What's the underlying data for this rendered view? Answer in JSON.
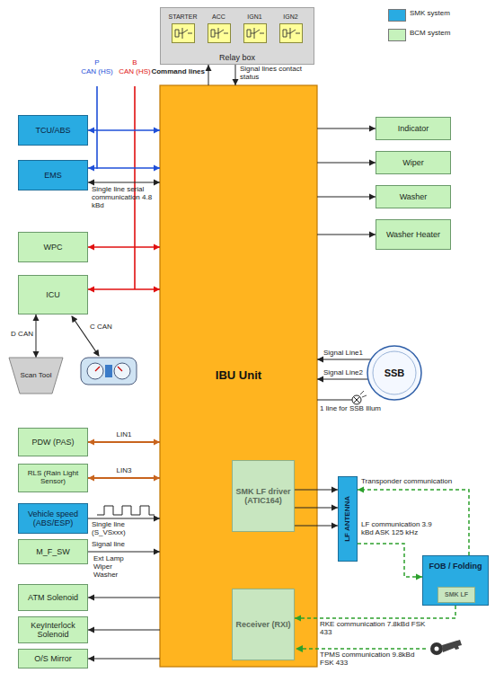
{
  "diagram": {
    "nodes": [
      {
        "text": [
          "Relay box"
        ]
      },
      {
        "text": [
          "STARTER"
        ],
        "in": 0
      },
      {
        "text": [
          "ACC"
        ],
        "in": 0
      },
      {
        "text": [
          "IGN1"
        ],
        "in": 0
      },
      {
        "text": [
          "IGN2"
        ],
        "in": 0
      },
      {
        "text": [
          "TCU/ABS"
        ]
      },
      {
        "text": [
          "EMS"
        ]
      },
      {
        "text": [
          "WPC"
        ]
      },
      {
        "text": [
          "ICU"
        ]
      },
      {
        "text": [
          "Scan Tool"
        ]
      },
      {
        "text": [
          "PDW (PAS)"
        ]
      },
      {
        "text": [
          "RLS (Rain Light Sensor)"
        ]
      },
      {
        "text": [
          "Vehicle speed (ABS/ESP)"
        ]
      },
      {
        "text": [
          "M_F_SW"
        ]
      },
      {
        "text": [
          "ATM Solenoid"
        ]
      },
      {
        "text": [
          "KeyInterlock Solenoid"
        ]
      },
      {
        "text": [
          "O/S Mirror"
        ]
      },
      {
        "text": [
          "IBU Unit"
        ]
      },
      {
        "text": [
          "SMK LF driver (ATIC164)"
        ],
        "in": 17
      },
      {
        "text": [
          "Receiver (RXI)"
        ],
        "in": 17
      },
      {
        "text": [
          "Indicator"
        ]
      },
      {
        "text": [
          "Wiper"
        ]
      },
      {
        "text": [
          "Washer"
        ]
      },
      {
        "text": [
          "Washer Heater"
        ]
      },
      {
        "text": [
          "SSB"
        ]
      },
      {
        "text": [
          "LF ANTENNA"
        ]
      },
      {
        "text": [
          "FOB / Folding"
        ]
      },
      {
        "text": [
          "SMK LF"
        ],
        "in": 26
      }
    ],
    "edges": [
      {
        "from": 17,
        "to": 0,
        "arrow": "to",
        "label": "Command lines"
      },
      {
        "from": 0,
        "to": 17,
        "arrow": "to",
        "label": "Signal lines contact status"
      },
      {
        "from": 5,
        "to": 17,
        "arrow": "both"
      },
      {
        "from": 6,
        "to": 17,
        "arrow": "both"
      },
      {
        "from": 6,
        "to": 17,
        "arrow": "both",
        "label": "Single line serial communication 4.8 kBd"
      },
      {
        "from": 7,
        "to": 17,
        "arrow": "both"
      },
      {
        "from": 8,
        "to": 17,
        "arrow": "both"
      },
      {
        "from": 8,
        "to": 9,
        "arrow": "both",
        "label": "D CAN"
      },
      {
        "from": 10,
        "to": 17,
        "arrow": "both",
        "label": "LIN1"
      },
      {
        "from": 11,
        "to": 17,
        "arrow": "both",
        "label": "LIN3"
      },
      {
        "from": 12,
        "to": 17,
        "arrow": "to",
        "label": "Single line (S_VSxxx)"
      },
      {
        "from": 13,
        "to": 17,
        "arrow": "to",
        "label": "Signal line"
      },
      {
        "from": 17,
        "to": 14,
        "arrow": "to"
      },
      {
        "from": 17,
        "to": 15,
        "arrow": "to"
      },
      {
        "from": 17,
        "to": 16,
        "arrow": "to"
      },
      {
        "from": 17,
        "to": 20,
        "arrow": "to"
      },
      {
        "from": 17,
        "to": 21,
        "arrow": "to"
      },
      {
        "from": 17,
        "to": 22,
        "arrow": "to"
      },
      {
        "from": 17,
        "to": 23,
        "arrow": "to"
      },
      {
        "from": 24,
        "to": 17,
        "arrow": "to",
        "label": "Signal Line1"
      },
      {
        "from": 24,
        "to": 17,
        "arrow": "to",
        "label": "Signal Line2"
      },
      {
        "from": 18,
        "to": 25,
        "arrow": "to"
      },
      {
        "from": 18,
        "to": 25,
        "arrow": "to"
      },
      {
        "from": 18,
        "to": 25,
        "arrow": "to"
      },
      {
        "from": 26,
        "to": 25,
        "arrow": "to",
        "label": "Transponder communication"
      },
      {
        "from": 25,
        "to": 26,
        "arrow": "to",
        "label": "LF communication 3.9 kBd ASK 125 kHz"
      },
      {
        "from": 26,
        "to": 19,
        "arrow": "to",
        "label": "RKE communication 7.8kBd FSK 433"
      }
    ],
    "labels": [
      "P",
      "CAN (HS)",
      "B",
      "CAN (HS)",
      "C CAN",
      "Ext Lamp Wiper Washer",
      "1 line for SSB Illum",
      "TPMS communication 9.8kBd FSK 433"
    ],
    "legend": [
      {
        "text": "SMK system",
        "color": "#29abe2"
      },
      {
        "text": "BCM system",
        "color": "#c6f2bc"
      }
    ]
  }
}
